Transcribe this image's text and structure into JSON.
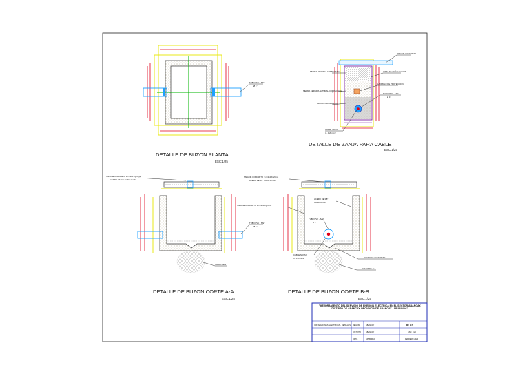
{
  "details": {
    "planta": {
      "title": "DETALLE DE BUZON PLANTA",
      "scale": "ESC:1/25"
    },
    "zanja": {
      "title": "DETALLE DE ZANJA PARA CABLE",
      "scale": "ESC:1/25"
    },
    "corte_aa": {
      "title": "DETALLE DE BUZON CORTE A-A",
      "scale": "ESC:1/25"
    },
    "corte_bb": {
      "title": "DETALLE DE BUZON CORTE B-B",
      "scale": "ESC:1/25"
    }
  },
  "notes": {
    "planta_tubo": "TUBO PVC - SAP",
    "planta_tubo_sub": "Ø 1\"",
    "zanja_piso": "PISO DE CONCRETO",
    "zanja_tierra_original": "TIERRA ORIGINAL COMPACTADA",
    "zanja_cinta": "CINTA DE SEÑALIZACION",
    "zanja_ladrillo": "LADRILLO DE PROTECCION",
    "zanja_tierra_cernida": "TIERRA CERNIDA NATURAL COMPACTADA",
    "zanja_tubo": "TUBO PVC - SAP",
    "zanja_tubo_sub": "Ø 1\"",
    "zanja_arena": "ARENA FINA CERNIDA",
    "zanja_cable": "CABLE NDXSY",
    "zanja_cable_sub": "4 - 1x6 mm2",
    "aa_tapa": "TAPA DE CONCRETO F´c=210 Kg/Cm2",
    "aa_tapa_sub": "ACERO DE 1/4\" CADA 15 CM",
    "aa_tubo": "TUBO PVC - SAP",
    "aa_tubo_sub": "Ø 1\"",
    "aa_grava": "GRAVA DE 1\"",
    "bb_tapa_top": "TAPA DE CONCRETO F´c=210 Kg/Cm2",
    "bb_tapa_top_sub": "ACERO DE 1/4\" CADA 15 CM",
    "bb_tapa_side": "TAPA DE CONCRETO F´c=210 Kg/Cm2",
    "bb_acero": "ACERO DE 3/8\"",
    "bb_acero_sub": "CADA 20 CM",
    "bb_tubo": "TUBO PVC - SAP",
    "bb_tubo_sub": "Ø 1\"",
    "bb_cable": "CABLE NDXSY",
    "bb_cable_sub": "4 - 1x6 mm2",
    "bb_ducto": "DUCTO DE CONCRETO",
    "bb_grava": "GRAVA DE 1\""
  },
  "title_block": {
    "project": "\"MEJORAMIENTO DEL SERVICIO DE ENERGIA ELECTRICA EN EL SECTOR ABANCAY, DISTRITO DE ABANCAY, PROVINCIA DE ABANCAY - APURIMAC\"",
    "plan": "INSTALACIONES ELECTRICAS - DETALLES",
    "sheet_code": "IE 03",
    "region_label": "REGION",
    "region": "ABANCAY",
    "distrito_label": "DISTRITO",
    "distrito": "ABANCAY",
    "dpto_label": "DPTO.",
    "dpto": "APURIMAC",
    "scale": "ESC: 1/25",
    "date": "FEBRERO 2024"
  },
  "colors": {
    "wall": "#e8e800",
    "dim": "#e0001a",
    "pipe": "#1ea0ff",
    "axis": "#00b400",
    "crosshatch": "#bbbbbb",
    "tb_border": "#1f2db5",
    "magenta": "#7a1fa0"
  }
}
